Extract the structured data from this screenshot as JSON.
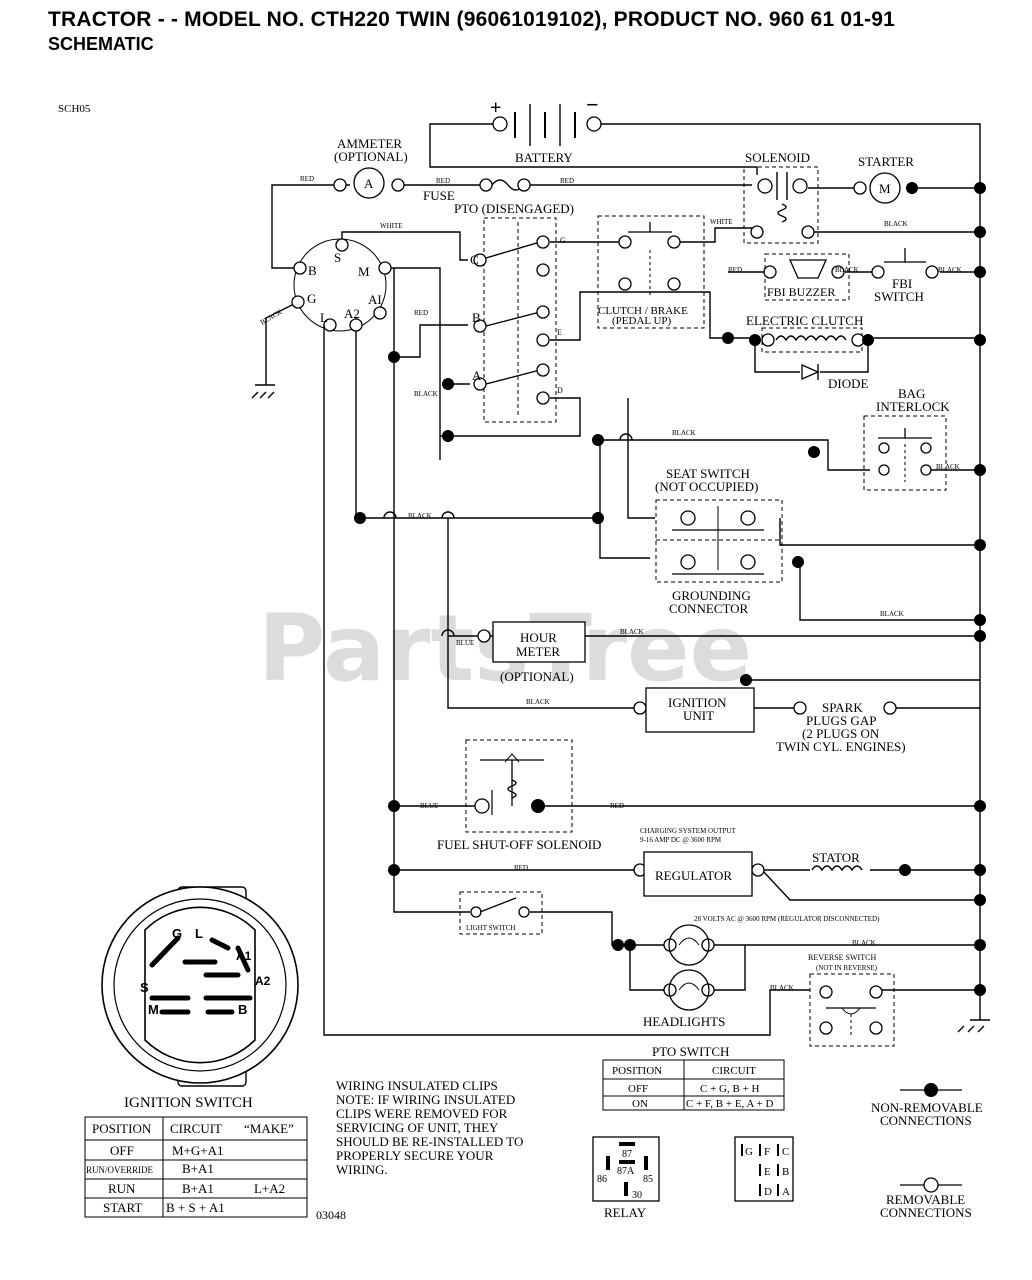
{
  "header": {
    "title": "TRACTOR - - MODEL NO. CTH220 TWIN (96061019102), PRODUCT NO. 960 61 01-91",
    "subtitle": "SCHEMATIC"
  },
  "diagram": {
    "ref": "SCH05",
    "watermark": "PartsTree",
    "doc_no": "03048",
    "battery": {
      "label": "BATTERY",
      "plus": "+",
      "minus": "−"
    },
    "ammeter": {
      "label": "AMMETER",
      "sub": "(OPTIONAL)",
      "symbol": "A"
    },
    "fuse": "FUSE",
    "solenoid": "SOLENOID",
    "starter": {
      "label": "STARTER",
      "symbol": "M"
    },
    "pto": "PTO (DISENGAGED)",
    "clutch_brake": {
      "l1": "CLUTCH / BRAKE",
      "l2": "(PEDAL UP)"
    },
    "fbi_buzzer": "FBI BUZZER",
    "fbi_switch": {
      "l1": "FBI",
      "l2": "SWITCH"
    },
    "electric_clutch": "ELECTRIC CLUTCH",
    "diode": "DIODE",
    "bag_interlock": {
      "l1": "BAG",
      "l2": "INTERLOCK"
    },
    "seat_switch": {
      "l1": "SEAT SWITCH",
      "l2": "(NOT OCCUPIED)"
    },
    "grounding": {
      "l1": "GROUNDING",
      "l2": "CONNECTOR"
    },
    "hour_meter": {
      "l1": "HOUR",
      "l2": "METER",
      "sub": "(OPTIONAL)"
    },
    "ignition_unit": {
      "l1": "IGNITION",
      "l2": "UNIT"
    },
    "spark_plugs": {
      "l1": "SPARK",
      "l2": "PLUGS GAP",
      "l3": "(2 PLUGS ON",
      "l4": "TWIN CYL. ENGINES)"
    },
    "fuel_solenoid": "FUEL SHUT-OFF SOLENOID",
    "charging": {
      "l1": "CHARGING SYSTEM OUTPUT",
      "l2": "9-16 AMP DC @ 3600 RPM"
    },
    "regulator": "REGULATOR",
    "stator": "STATOR",
    "ac_note": "28 VOLTS AC @ 3600 RPM (REGULATOR DISCONNECTED)",
    "light_switch": "LIGHT SWITCH",
    "headlights": "HEADLIGHTS",
    "reverse_switch": {
      "l1": "REVERSE SWITCH",
      "l2": "(NOT IN REVERSE)"
    },
    "switch_terms": {
      "b": "B",
      "s": "S",
      "m": "M",
      "g": "G",
      "l": "L",
      "a2": "A2",
      "a1": "AI"
    },
    "pto_terms": {
      "c": "C",
      "b": "B",
      "a": "A",
      "g": "G",
      "e": "E",
      "d": "D"
    },
    "wires": {
      "red": "RED",
      "black": "BLACK",
      "white": "WHITE",
      "blue": "BLUE"
    },
    "ignition_switch_label": "IGNITION SWITCH",
    "ign_face": {
      "g": "G",
      "l": "L",
      "a1": "A1",
      "s": "S",
      "a2": "A2",
      "m": "M",
      "b": "B"
    },
    "wiring_note": [
      "WIRING INSULATED CLIPS",
      "NOTE:  IF WIRING INSULATED",
      "CLIPS WERE REMOVED FOR",
      "SERVICING OF UNIT, THEY",
      "SHOULD BE RE-INSTALLED TO",
      "PROPERLY SECURE YOUR",
      "WIRING."
    ],
    "relay": {
      "label": "RELAY",
      "p87": "87",
      "p87a": "87A",
      "p86": "86",
      "p85": "85",
      "p30": "30"
    },
    "pto_plug": {
      "g": "G",
      "f": "F",
      "c": "C",
      "e": "E",
      "b": "B",
      "d": "D",
      "a": "A"
    },
    "legend": {
      "nonrem1": "NON-REMOVABLE",
      "nonrem2": "CONNECTIONS",
      "rem1": "REMOVABLE",
      "rem2": "CONNECTIONS"
    }
  },
  "ignition_table": {
    "headers": [
      "POSITION",
      "CIRCUIT",
      "“MAKE”"
    ],
    "rows": [
      [
        "OFF",
        "M+G+A1",
        ""
      ],
      [
        "RUN/OVERRIDE",
        "B+A1",
        ""
      ],
      [
        "RUN",
        "B+A1",
        "L+A2"
      ],
      [
        "START",
        "B + S + A1",
        ""
      ]
    ]
  },
  "pto_table": {
    "title": "PTO SWITCH",
    "headers": [
      "POSITION",
      "CIRCUIT"
    ],
    "rows": [
      [
        "OFF",
        "C + G, B + H"
      ],
      [
        "ON",
        "C + F, B + E, A + D"
      ]
    ]
  }
}
